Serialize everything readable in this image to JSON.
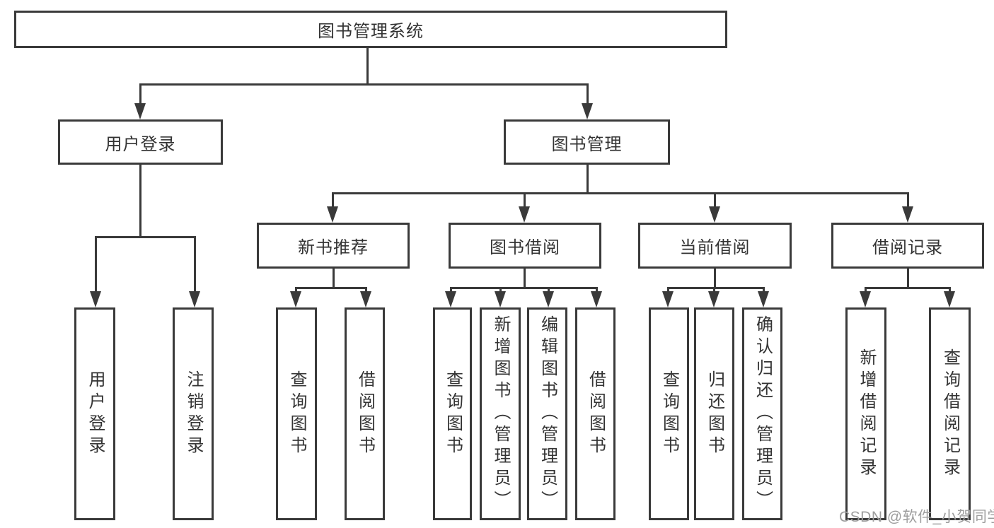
{
  "diagram": {
    "root": {
      "label": "图书管理系统"
    },
    "level2": {
      "user_login": {
        "label": "用户登录"
      },
      "book_management": {
        "label": "图书管理"
      }
    },
    "level3": {
      "new_book_recommend": {
        "label": "新书推荐"
      },
      "book_borrow": {
        "label": "图书借阅"
      },
      "current_borrow": {
        "label": "当前借阅"
      },
      "borrow_records": {
        "label": "借阅记录"
      }
    },
    "leaves": {
      "user_login_children": [
        "用户登录",
        "注销登录"
      ],
      "new_book_children": [
        "查询图书",
        "借阅图书"
      ],
      "book_borrow_children": [
        "查询图书",
        "新增图书（管理员）",
        "编辑图书（管理员）",
        "借阅图书"
      ],
      "current_borrow_children": [
        "查询图书",
        "归还图书",
        "确认归还（管理员）"
      ],
      "borrow_records_children": [
        "新增借阅记录",
        "查询借阅记录"
      ]
    },
    "watermark": "CSDN @软件_小贺同学",
    "colors": {
      "line": "#3a3a3a",
      "text": "#333333",
      "watermark": "#9e9e9e",
      "background": "#ffffff"
    }
  }
}
